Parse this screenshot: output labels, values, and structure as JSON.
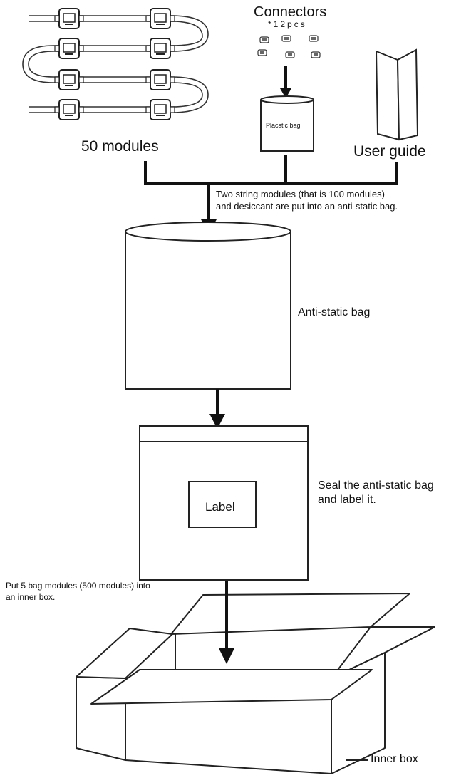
{
  "modules": {
    "label": "50 modules"
  },
  "connectors": {
    "title": "Connectors",
    "count": "*12pcs"
  },
  "plastic_bag": {
    "label": "Placstic bag"
  },
  "user_guide": {
    "label": "User guide"
  },
  "step_bag": {
    "line1": "Two string modules (that is 100 modules)",
    "line2": "and desiccant are put into an anti-static bag."
  },
  "anti_static_bag": {
    "label": "Anti-static bag"
  },
  "seal": {
    "line1": "Seal the anti-static bag",
    "line2": "and label it.",
    "tag": "Label"
  },
  "put_box": {
    "line1": "Put 5 bag modules (500 modules) into",
    "line2": "an inner box."
  },
  "inner_box": {
    "label": "Inner box"
  }
}
